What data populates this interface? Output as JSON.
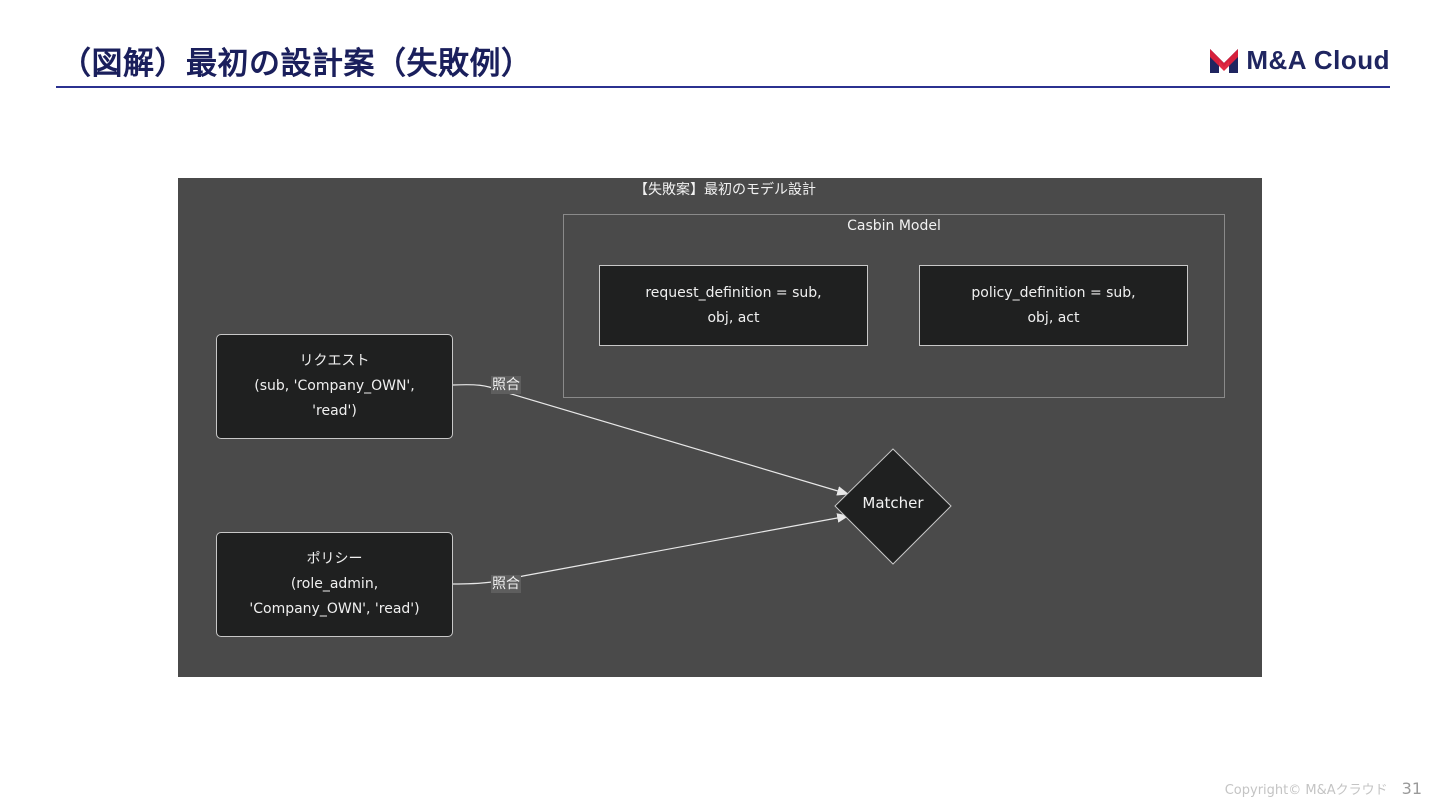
{
  "slide": {
    "title": "（図解）最初の設計案（失敗例）",
    "logo_text": "M&A Cloud",
    "copyright": "Copyright© M&Aクラウド",
    "page_number": "31"
  },
  "diagram": {
    "title": "【失敗案】最初のモデル設計",
    "cluster_label": "Casbin Model",
    "request_definition": [
      "request_definition = sub,",
      "obj, act"
    ],
    "policy_definition": [
      "policy_definition  = sub,",
      "obj, act"
    ],
    "request_node": [
      "リクエスト",
      "(sub, 'Company_OWN',",
      "'read')"
    ],
    "policy_node": [
      "ポリシー",
      "(role_admin,",
      "'Company_OWN', 'read')"
    ],
    "matcher": "Matcher",
    "edge_label_request": "照合",
    "edge_label_policy": "照合"
  },
  "colors": {
    "title_text": "#1a1f5c",
    "rule": "#2b3190",
    "logo_red": "#e0203a",
    "logo_navy": "#1f2560",
    "diagram_bg": "#4a4a4a",
    "node_fill": "#1f2020"
  }
}
